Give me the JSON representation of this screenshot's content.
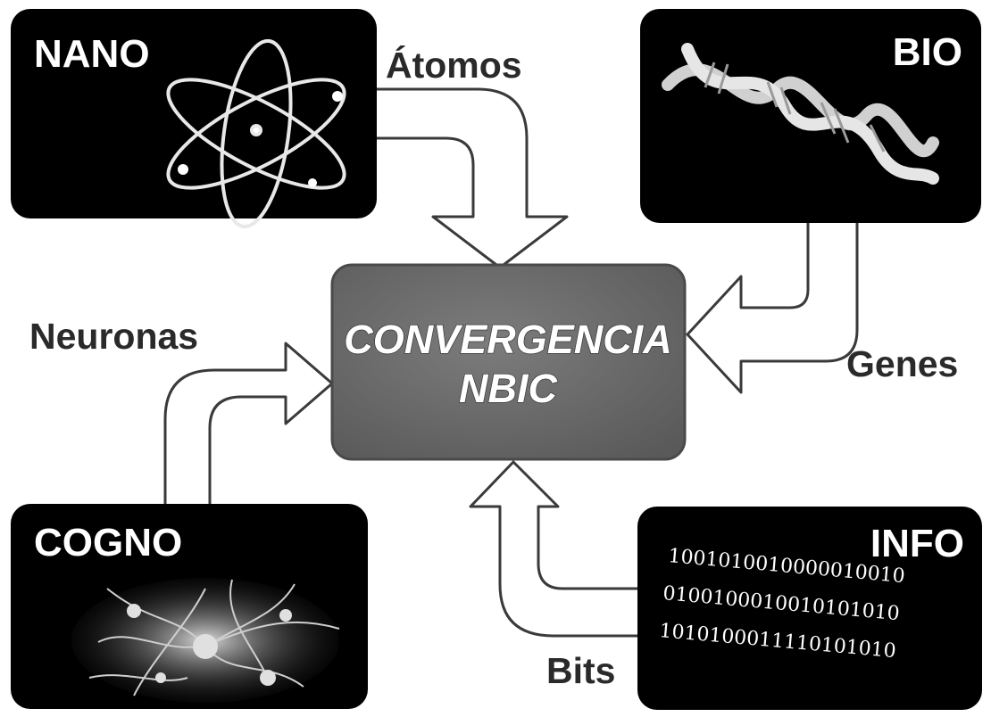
{
  "center": {
    "line1": "CONVERGENCIA",
    "line2": "NBIC"
  },
  "nano": {
    "title": "NANO",
    "icon": "atom-icon"
  },
  "bio": {
    "title": "BIO",
    "icon": "dna-icon"
  },
  "cogno": {
    "title": "COGNO",
    "icon": "neuron-icon"
  },
  "info": {
    "title": "INFO",
    "icon": "binary-icon",
    "binary": [
      "1001010010000010010",
      "0100100010010101010",
      "1010100011110101010"
    ]
  },
  "flows": {
    "atoms": "Átomos",
    "genes": "Genes",
    "neurons": "Neuronas",
    "bits": "Bits"
  },
  "colors": {
    "panel": "#000000",
    "center_fill": "#6b6b6b",
    "arrow_stroke": "#3a3a3a",
    "text": "#2a2a2a"
  }
}
